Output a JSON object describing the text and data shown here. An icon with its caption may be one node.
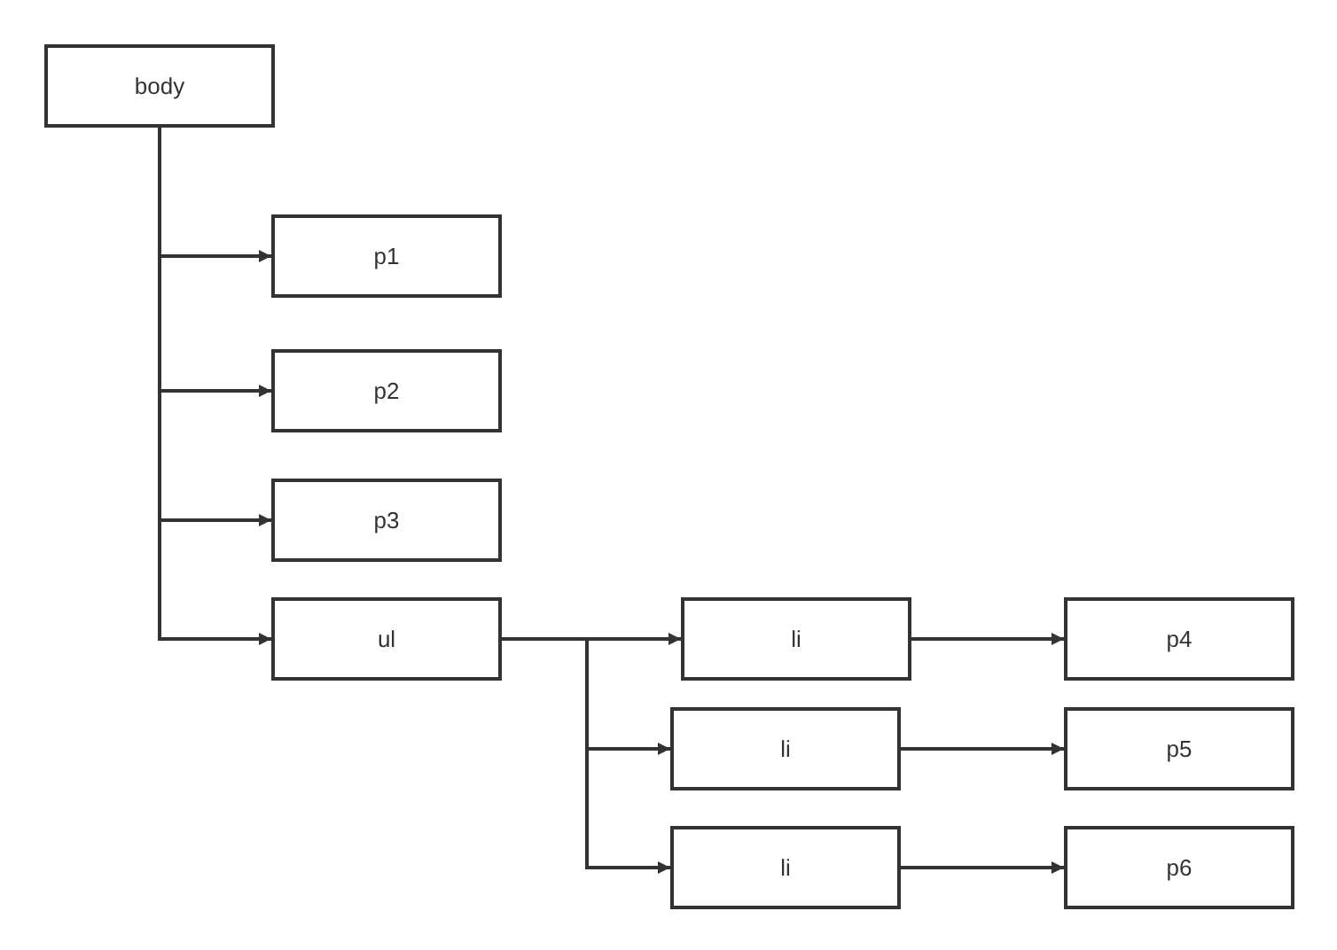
{
  "diagram": {
    "nodes": [
      {
        "text": [
          "body"
        ]
      },
      {
        "text": [
          "p1"
        ]
      },
      {
        "text": [
          "p2"
        ]
      },
      {
        "text": [
          "p3"
        ]
      },
      {
        "text": [
          "ul"
        ]
      },
      {
        "text": [
          "li"
        ]
      },
      {
        "text": [
          "li"
        ]
      },
      {
        "text": [
          "li"
        ]
      },
      {
        "text": [
          "p4"
        ]
      },
      {
        "text": [
          "p5"
        ]
      },
      {
        "text": [
          "p6"
        ]
      }
    ],
    "edges": [
      {
        "from": 0,
        "to": 1,
        "arrow": "to"
      },
      {
        "from": 0,
        "to": 2,
        "arrow": "to"
      },
      {
        "from": 0,
        "to": 3,
        "arrow": "to"
      },
      {
        "from": 0,
        "to": 4,
        "arrow": "to"
      },
      {
        "from": 4,
        "to": 5,
        "arrow": "to"
      },
      {
        "from": 4,
        "to": 6,
        "arrow": "to"
      },
      {
        "from": 4,
        "to": 7,
        "arrow": "to"
      },
      {
        "from": 5,
        "to": 8,
        "arrow": "to"
      },
      {
        "from": 6,
        "to": 9,
        "arrow": "to"
      },
      {
        "from": 7,
        "to": 10,
        "arrow": "to"
      }
    ]
  }
}
